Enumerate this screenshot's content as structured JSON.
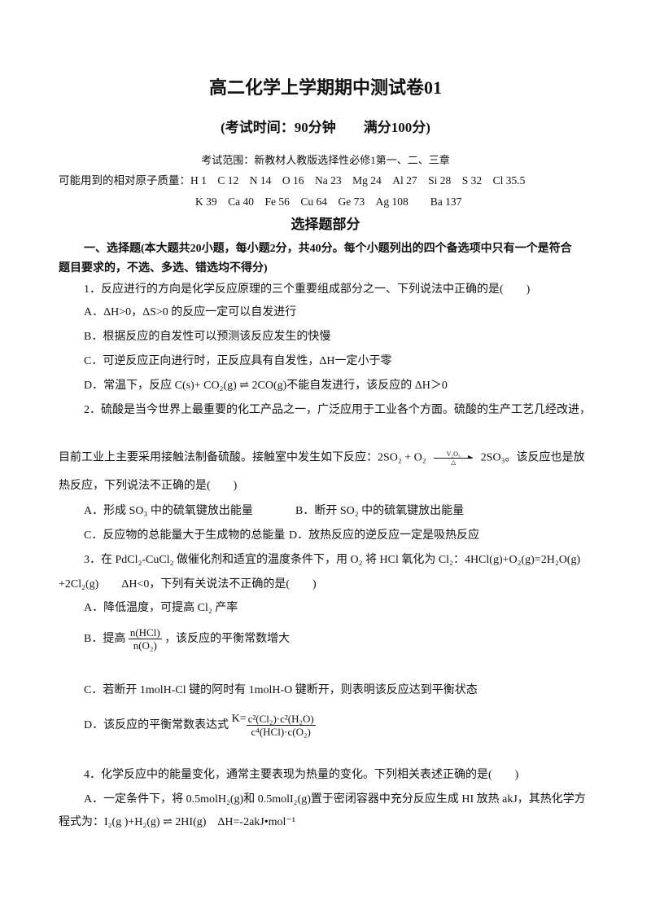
{
  "header": {
    "title": "高二化学上学期期中测试卷01",
    "subtitle": "(考试时间：90分钟　　满分100分)",
    "scope": "考试范围：新教材人教版选择性必修1第一、二、三章",
    "atomic_mass_line1": "可能用到的相对原子质量：H 1　C 12　N 14　O 16　Na 23　Mg 24　Al 27　Si 28　S 32　Cl 35.5",
    "atomic_mass_line2": "K 39　Ca 40　Fe 56　Cu 64　Ge 73　Ag 108　　Ba 137"
  },
  "section": {
    "title": "选择题部分",
    "instructions_line1": "一、选择题(本大题共20小题，每小题2分，共40分。每个小题列出的四个备选项中只有一个是符合",
    "instructions_line2": "题目要求的，不选、多选、错选均不得分)"
  },
  "questions": {
    "q1": {
      "stem": "1．反应进行的方向是化学反应原理的三个重要组成部分之一、下列说法中正确的是(　　)",
      "A": "A．ΔH>0，ΔS>0 的反应一定可以自发进行",
      "B": "B．根据反应的自发性可以预测该反应发生的快慢",
      "C": "C．可逆反应正向进行时，正反应具有自发性，ΔH一定小于零",
      "D": "D．常温下，反应 C(s)+ CO₂(g) ⇌ 2CO(g)不能自发进行，该反应的 ΔH＞0"
    },
    "q2": {
      "stem_line1": "2．硫酸是当今世界上最重要的化工产品之一，广泛应用于工业各个方面。硫酸的生产工艺几经改进，",
      "stem_line2_before": "目前工业上主要采用接触法制备硫酸。接触室中发生如下反应：2SO₂ + O₂",
      "catalyst": "V₂O₅",
      "condition": "△",
      "stem_line2_after": "2SO₃。该反应也是放",
      "stem_line3": "热反应，下列说法不正确的是(　　)",
      "A": "A．形成 SO₃ 中的硫氧键放出能量",
      "B": "B．断开 SO₂ 中的硫氧键放出能量",
      "C": "C．反应物的总能量大于生成物的总能量",
      "D": "D．放热反应的逆反应一定是吸热反应"
    },
    "q3": {
      "stem_line1": "3．在 PdCl₂-CuCl₂ 做催化剂和适宜的温度条件下，用 O₂ 将 HCl 氧化为 Cl₂：4HCl(g)+O₂(g)=2H₂O(g)",
      "stem_line2": "+2Cl₂(g)　　ΔH<0，下列有关说法不正确的是(　　)",
      "A": "A．降低温度，可提高 Cl₂ 产率",
      "B_before": "B．提高",
      "B_num": "n(HCl)",
      "B_den": "n(O₂)",
      "B_after": "，该反应的平衡常数增大",
      "C": "C．若断开 1molH-Cl 键的阿时有 1molH-O 键断开，则表明该反应达到平衡状态",
      "D_before": "D．该反应的平衡常数表达式",
      "D_k": "K=",
      "D_num": "c²(Cl₂)·c²(H₂O)",
      "D_den": "c⁴(HCl)·c(O₂)"
    },
    "q4": {
      "stem": "4．化学反应中的能量变化，通常主要表现为热量的变化。下列相关表述正确的是(　　)",
      "A_line1": "A．一定条件下，将 0.5molH₂(g)和 0.5molI₂(g)置于密闭容器中充分反应生成 HI 放热 akJ，其热化学方",
      "A_line2": "程式为：I₂(g )+H₂(g) ⇌ 2HI(g)　ΔH=-2akJ•mol⁻¹"
    }
  }
}
